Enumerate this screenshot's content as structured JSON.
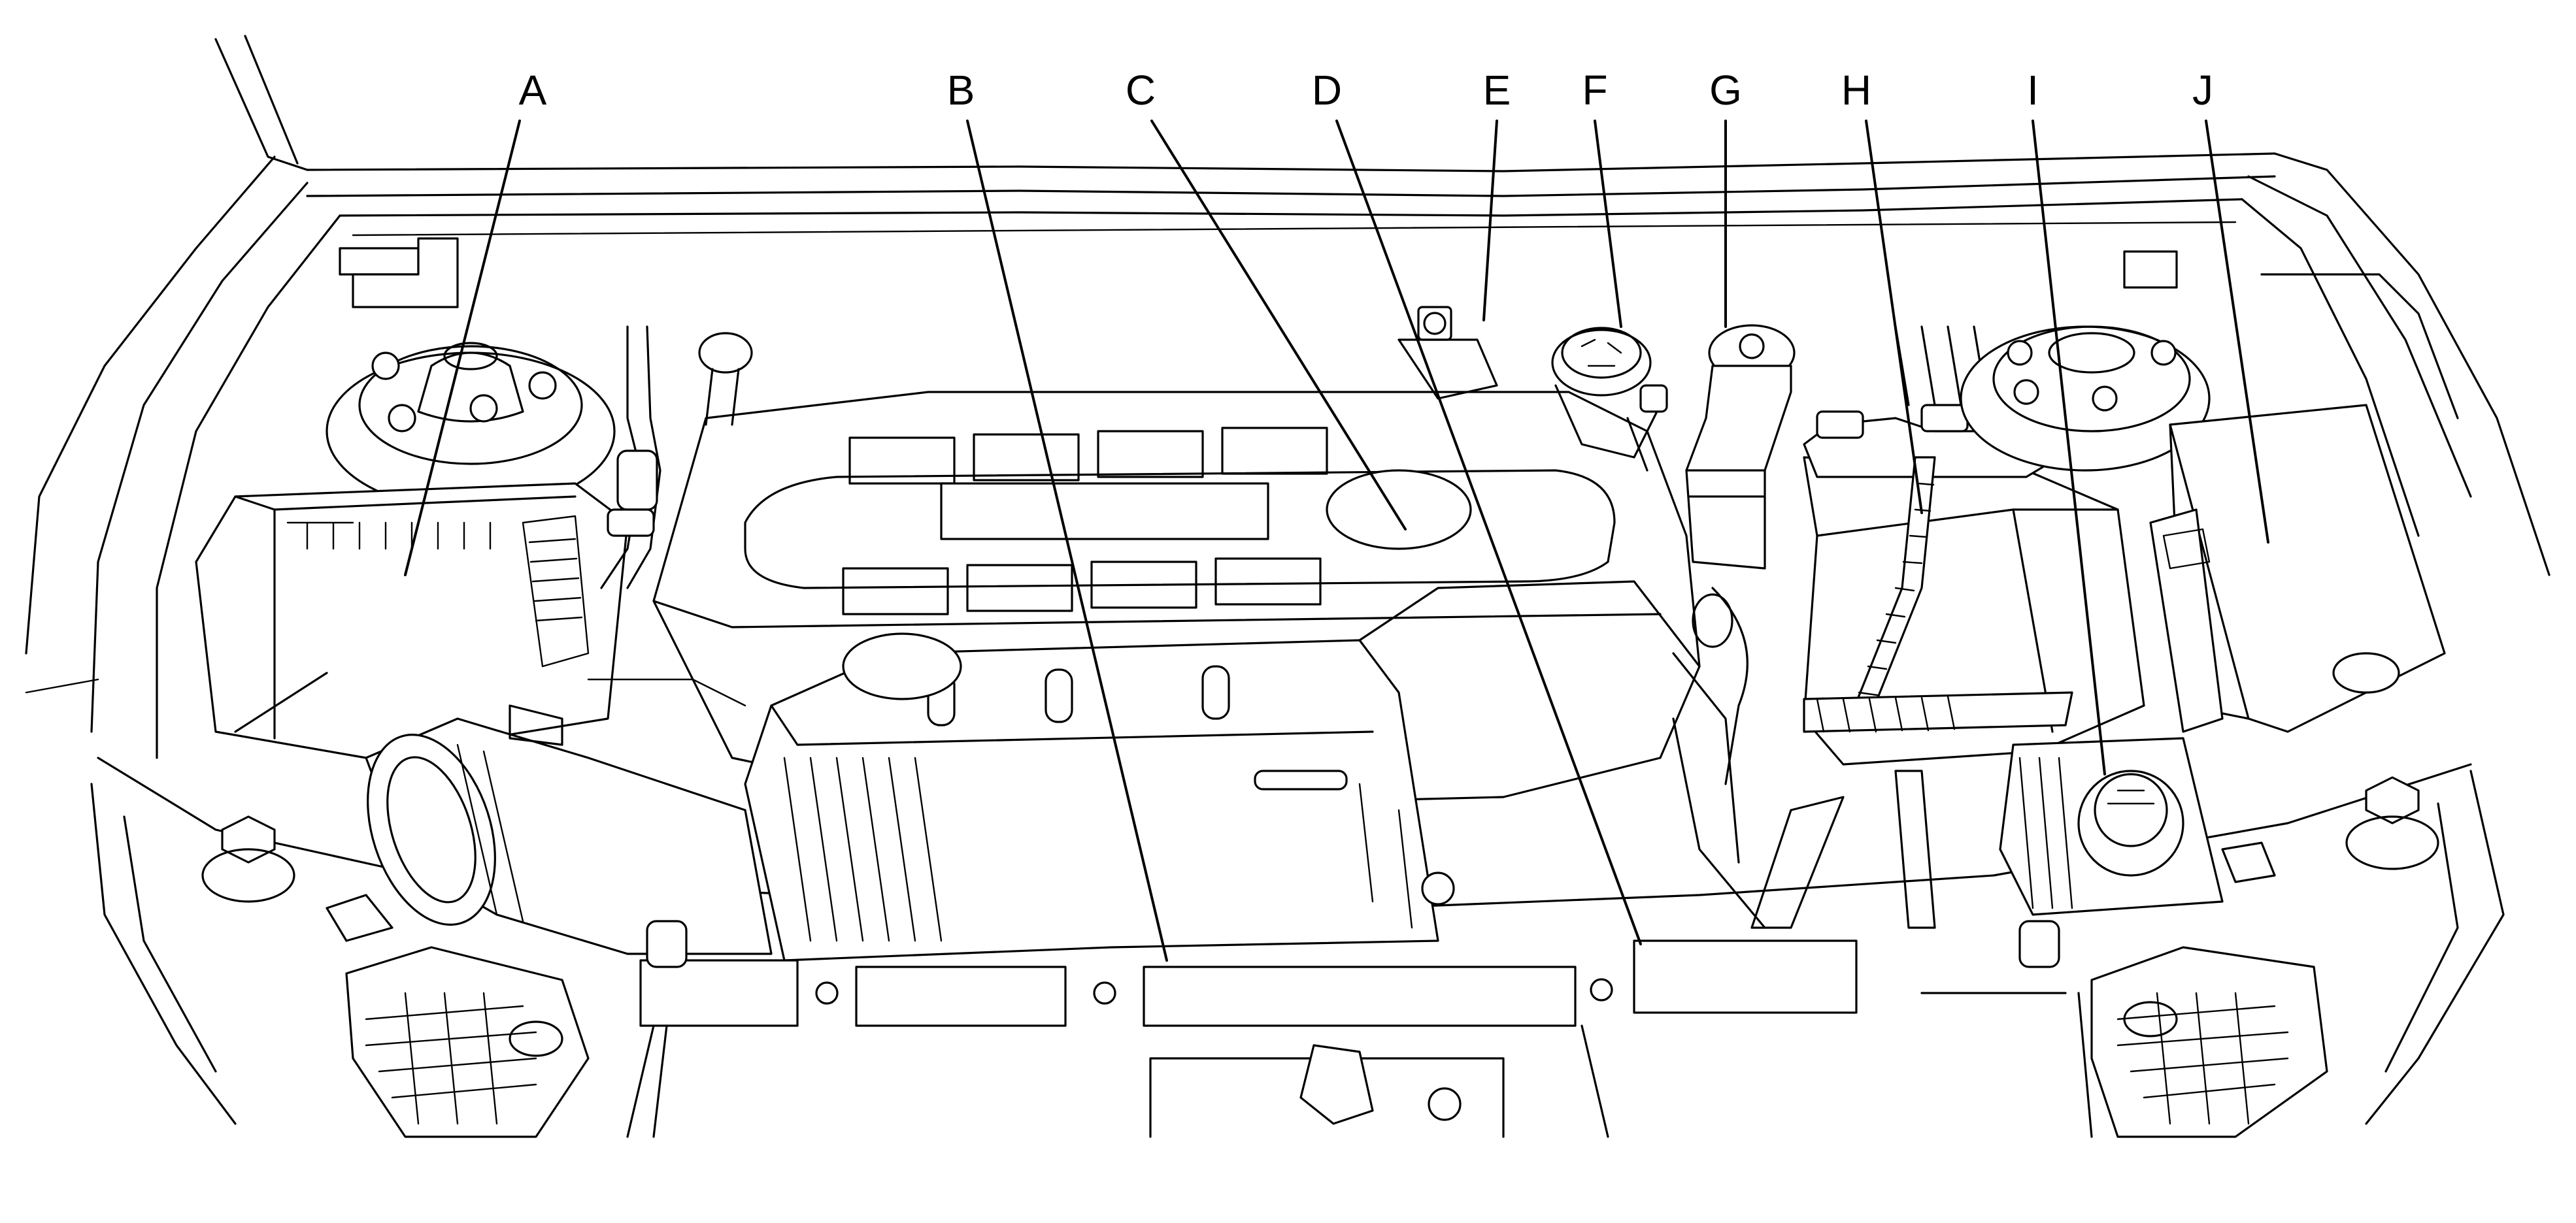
{
  "diagram": {
    "callouts": [
      {
        "id": "A",
        "label": "A"
      },
      {
        "id": "B",
        "label": "B"
      },
      {
        "id": "C",
        "label": "C"
      },
      {
        "id": "D",
        "label": "D"
      },
      {
        "id": "E",
        "label": "E"
      },
      {
        "id": "F",
        "label": "F"
      },
      {
        "id": "G",
        "label": "G"
      },
      {
        "id": "H",
        "label": "H"
      },
      {
        "id": "I",
        "label": "I"
      },
      {
        "id": "J",
        "label": "J"
      }
    ]
  }
}
